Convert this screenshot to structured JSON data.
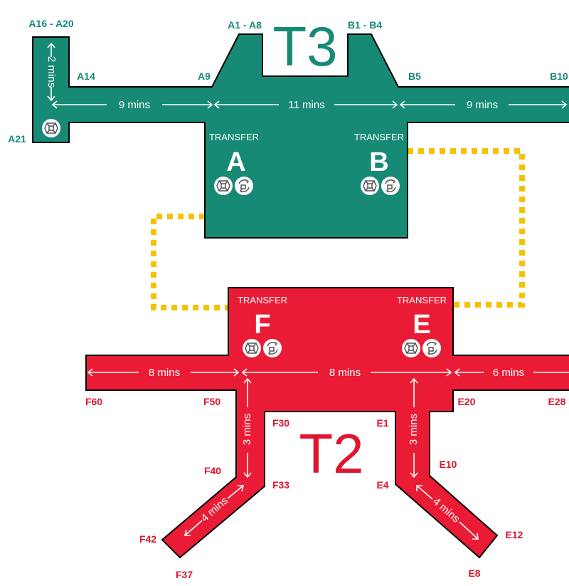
{
  "terminals": {
    "t3": {
      "label": "T3",
      "color": "#178a76"
    },
    "t2": {
      "label": "T2",
      "color": "#ea1c35"
    }
  },
  "connector_color": "#f6c100",
  "gates": {
    "a16_a20": "A16 - A20",
    "a1_a8": "A1 - A8",
    "b1_b4": "B1 - B4",
    "a14": "A14",
    "a9": "A9",
    "b5": "B5",
    "b10": "B10",
    "a21": "A21",
    "f60": "F60",
    "f50": "F50",
    "e20": "E20",
    "e28": "E28",
    "f30": "F30",
    "e1": "E1",
    "f40": "F40",
    "e10": "E10",
    "f33": "F33",
    "e4": "E4",
    "f42": "F42",
    "e12": "E12",
    "f37": "F37",
    "e8": "E8"
  },
  "times": {
    "a_vertical": "2 mins",
    "a_left": "9 mins",
    "ab_middle": "11 mins",
    "b_right": "9 mins",
    "f_left": "8 mins",
    "fe_middle": "8 mins",
    "e_right": "6 mins",
    "f_down": "3 mins",
    "e_down": "3 mins",
    "f_diagonal": "4 mins",
    "e_diagonal": "4 mins"
  },
  "transfer_zones": {
    "a": {
      "heading": "TRANSFER",
      "letter": "A"
    },
    "b": {
      "heading": "TRANSFER",
      "letter": "B"
    },
    "f": {
      "heading": "TRANSFER",
      "letter": "F"
    },
    "e": {
      "heading": "TRANSFER",
      "letter": "E"
    }
  },
  "icons": {
    "security": "security-check-icon",
    "passport": "passport-control-icon"
  }
}
